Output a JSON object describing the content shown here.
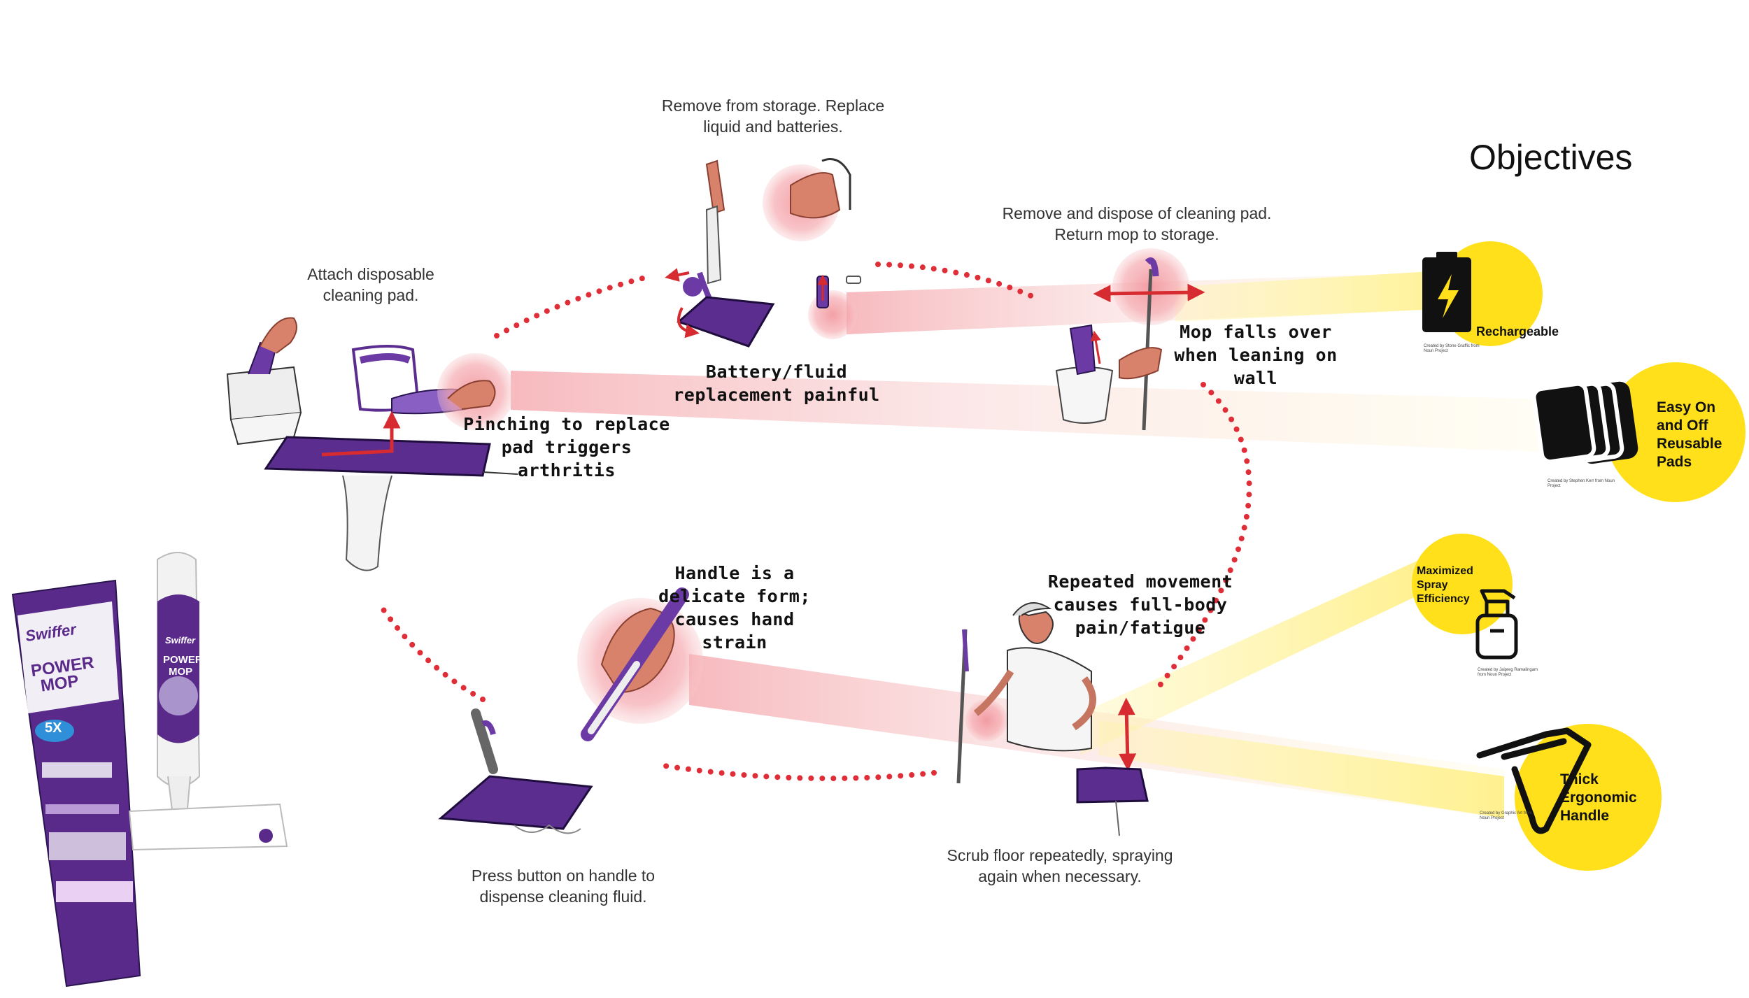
{
  "steps": {
    "attach": "Attach disposable cleaning pad.",
    "storage": "Remove from storage. Replace liquid and batteries.",
    "dispose": "Remove and dispose of cleaning pad. Return mop to storage.",
    "press": "Press button on handle to dispense cleaning fluid.",
    "scrub": "Scrub floor repeatedly, spraying again when necessary."
  },
  "pain_points": {
    "pinching": "Pinching to replace pad triggers arthritis",
    "battery": "Battery/fluid replacement painful",
    "falls": "Mop falls over when leaning on wall",
    "handle": "Handle is a delicate form; causes hand strain",
    "repeated": "Repeated movement causes full-body pain/fatigue"
  },
  "objectives": {
    "title": "Objectives",
    "items": [
      {
        "label": "Rechargeable",
        "icon": "battery-bolt-icon",
        "credit": "Created by Stone Graffic from Noun Project"
      },
      {
        "label": "Easy On and Off Reusable Pads",
        "icon": "stacked-pads-icon",
        "credit": "Created by Stephen Kerr from Noun Project"
      },
      {
        "label": "Maximized Spray Efficiency",
        "icon": "spray-bottle-icon",
        "credit": "Created by Jaipreg Ramalingam from Noun Project"
      },
      {
        "label": "Thick Ergonomic Handle",
        "icon": "ergonomic-handle-icon",
        "credit": "Created by Graphic Art from Noun Project"
      }
    ]
  },
  "product": {
    "box_brand": "Swiffer",
    "box_line1": "POWER",
    "box_line2": "MOP",
    "box_badge": "5X",
    "mop_brand": "Swiffer",
    "mop_line1": "POWER",
    "mop_line2": "MOP"
  },
  "colors": {
    "accent_purple": "#5b2d8e",
    "pain_red": "#e8373d",
    "objective_yellow": "#ffe01a",
    "highlight_pink": "#f5b3b8"
  }
}
